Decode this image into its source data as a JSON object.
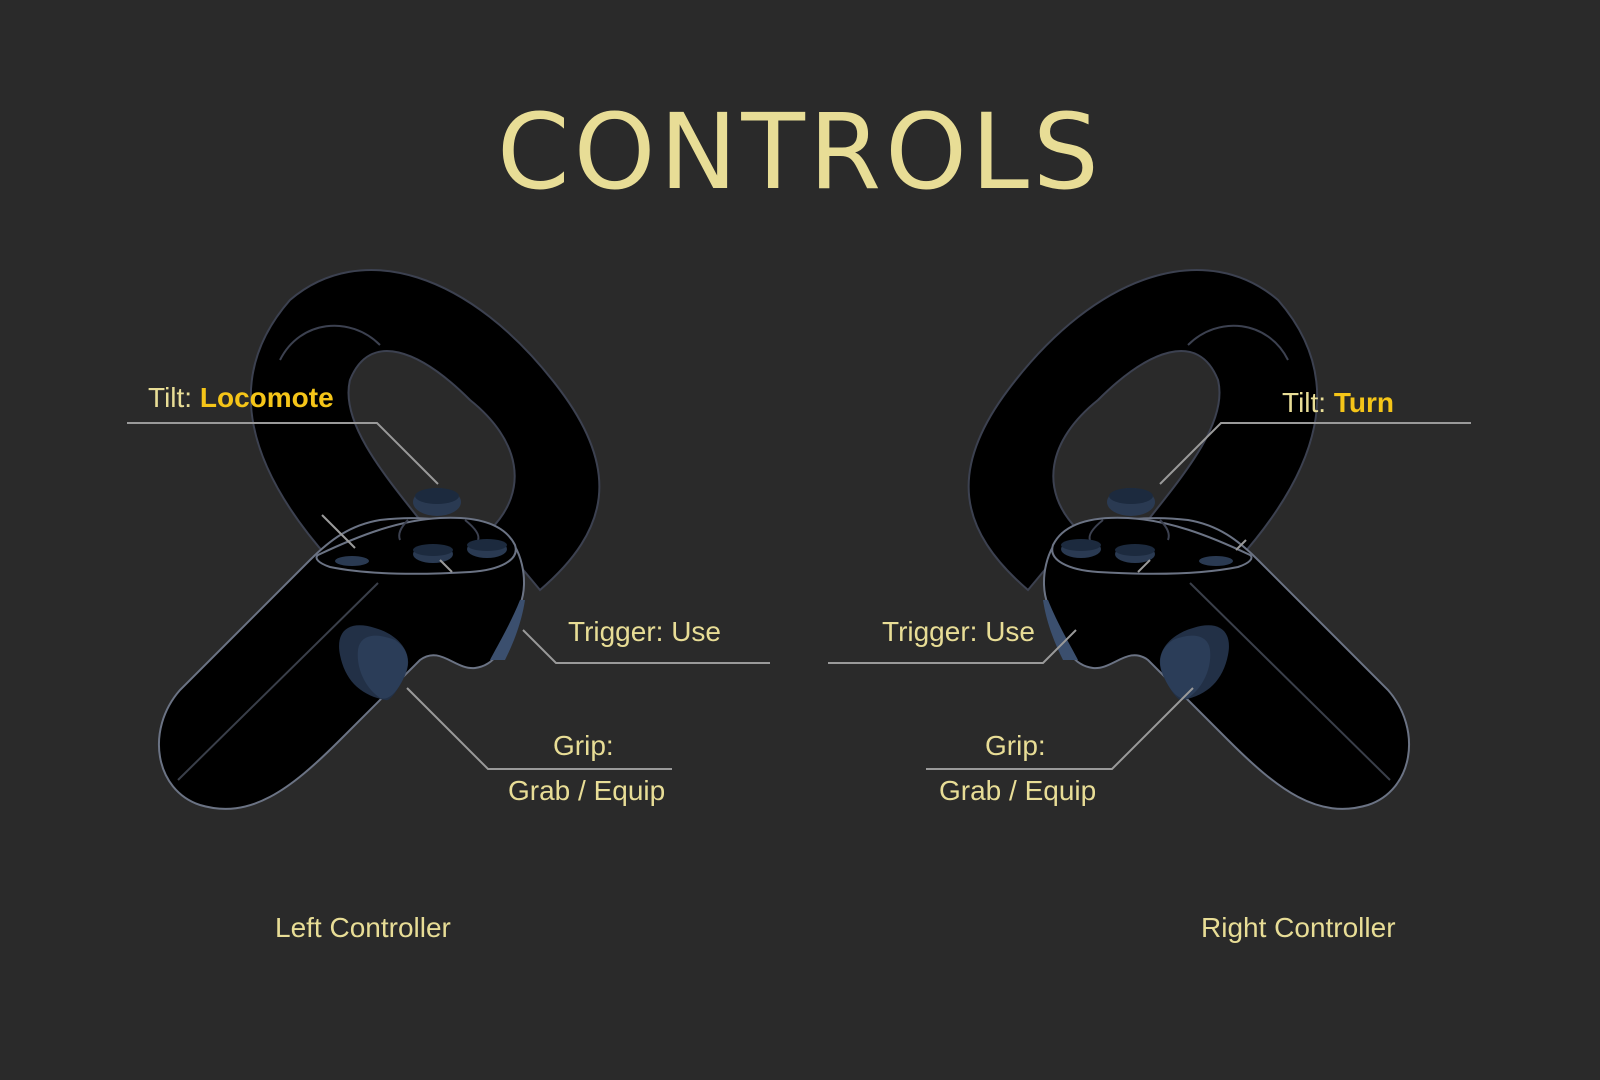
{
  "title": "CONTROLS",
  "colors": {
    "background": "#2a2a2a",
    "label": "#e8dd96",
    "highlight": "#f5c518",
    "controller_body": "#000000",
    "controller_outline": "#6b7384",
    "buttons": "#2a3a52",
    "leader_lines": "#9a9a9a"
  },
  "left_controller": {
    "caption": "Left Controller",
    "tilt": {
      "prefix": "Tilt:",
      "action": "Locomote"
    },
    "trigger": "Trigger: Use",
    "grip_line1": "Grip:",
    "grip_line2": "Grab / Equip"
  },
  "right_controller": {
    "caption": "Right Controller",
    "tilt": {
      "prefix": "Tilt:",
      "action": "Turn"
    },
    "trigger": "Trigger: Use",
    "grip_line1": "Grip:",
    "grip_line2": "Grab / Equip"
  }
}
